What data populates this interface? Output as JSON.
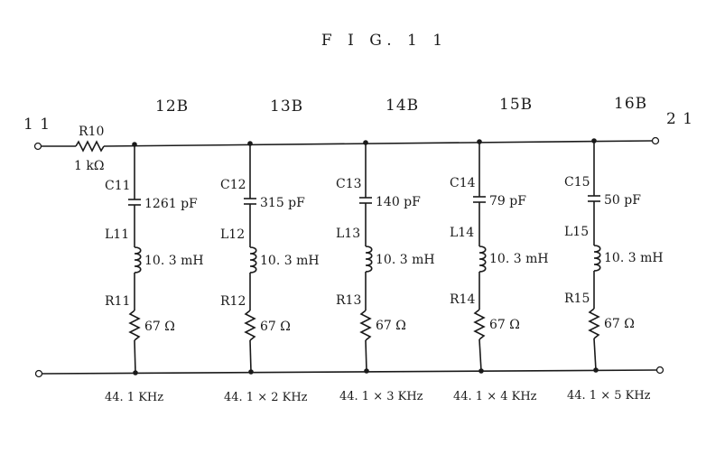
{
  "figure": {
    "title": "F I G. 1 1"
  },
  "input": {
    "node": "1 1",
    "resistor_label": "R10",
    "resistor_value": "1 kΩ"
  },
  "output": {
    "node": "2 1"
  },
  "branches": [
    {
      "node": "12B",
      "c_label": "C11",
      "c_value": "1261 pF",
      "l_label": "L11",
      "l_value": "10. 3 mH",
      "r_label": "R11",
      "r_value": "67 Ω",
      "freq": "44. 1 KHz"
    },
    {
      "node": "13B",
      "c_label": "C12",
      "c_value": "315 pF",
      "l_label": "L12",
      "l_value": "10. 3 mH",
      "r_label": "R12",
      "r_value": "67 Ω",
      "freq": "44. 1 × 2 KHz"
    },
    {
      "node": "14B",
      "c_label": "C13",
      "c_value": "140 pF",
      "l_label": "L13",
      "l_value": "10. 3 mH",
      "r_label": "R13",
      "r_value": "67 Ω",
      "freq": "44. 1 × 3 KHz"
    },
    {
      "node": "15B",
      "c_label": "C14",
      "c_value": "79 pF",
      "l_label": "L14",
      "l_value": "10. 3 mH",
      "r_label": "R14",
      "r_value": "67 Ω",
      "freq": "44. 1 × 4 KHz"
    },
    {
      "node": "16B",
      "c_label": "C15",
      "c_value": "50 pF",
      "l_label": "L15",
      "l_value": "10. 3 mH",
      "r_label": "R15",
      "r_value": "67 Ω",
      "freq": "44. 1 × 5 KHz"
    }
  ]
}
